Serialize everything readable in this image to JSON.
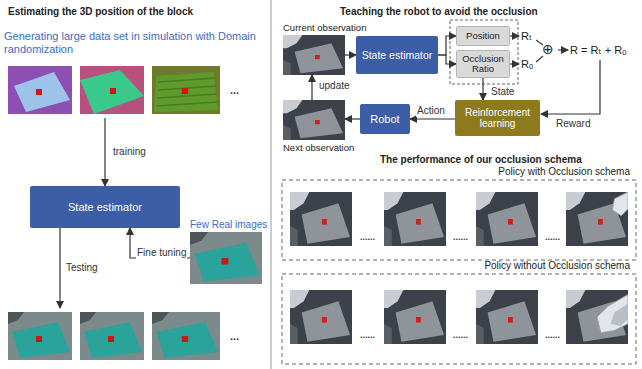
{
  "diagram": {
    "nodes": [
      {
        "text": [
          "Generating large data set in simulation with Domain randomization"
        ]
      },
      {
        "text": [
          "State estimator"
        ]
      },
      {
        "text": [
          "Few Real images"
        ]
      },
      {
        "text": [
          "Current observation"
        ]
      },
      {
        "text": [
          "State estimator"
        ]
      },
      {
        "text": [
          "Position"
        ]
      },
      {
        "text": [
          "Occlusion Ratio"
        ]
      },
      {
        "text": [
          "Reinforcement learning"
        ]
      },
      {
        "text": [
          "Robot"
        ]
      },
      {
        "text": [
          "Next observation"
        ]
      },
      {
        "text": [
          "Policy with Occlusion schema"
        ]
      },
      {
        "text": [
          "Policy without Occlusion schema"
        ]
      }
    ],
    "edges": [
      {
        "from": 0,
        "to": 1,
        "arrow": "to",
        "label": "training"
      },
      {
        "from": 2,
        "to": 1,
        "arrow": "to",
        "label": "Fine tuning"
      },
      {
        "from": 3,
        "to": 4,
        "arrow": "to"
      },
      {
        "from": 4,
        "to": 5,
        "arrow": "to"
      },
      {
        "from": 4,
        "to": 6,
        "arrow": "to"
      },
      {
        "from": 6,
        "to": 7,
        "arrow": "to",
        "label": "State"
      },
      {
        "from": 7,
        "to": 8,
        "arrow": "to",
        "label": "Action"
      },
      {
        "from": 8,
        "to": 9,
        "arrow": "to"
      },
      {
        "from": 9,
        "to": 3,
        "arrow": "to",
        "label": "update"
      }
    ],
    "labels": [
      "Estimating the 3D position of the block",
      "...",
      "Testing",
      "...",
      "Teaching the robot to avoid the occlusion",
      "Rₜ",
      "Rₒ",
      "⊕",
      "R = Rₜ + Rₒ",
      "Reward",
      "The performance of our occlusion schema",
      "......",
      "......",
      "......",
      "......",
      "......",
      "......"
    ]
  }
}
